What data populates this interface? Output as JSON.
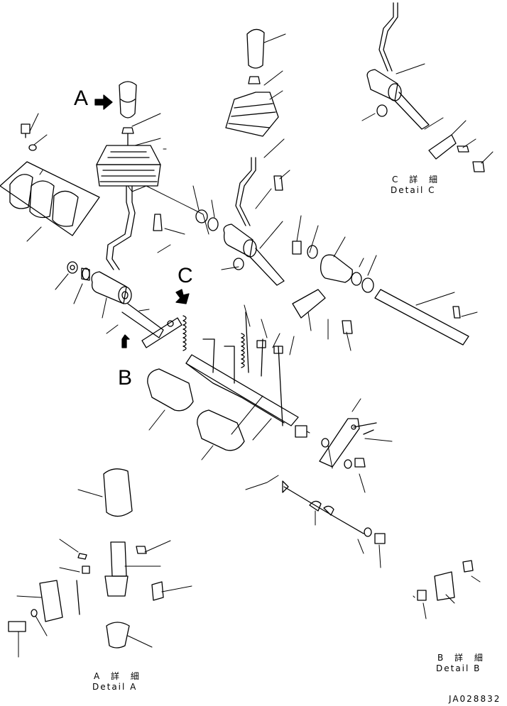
{
  "views": {
    "A": {
      "marker": "A",
      "caption_jp": "A 詳 細",
      "caption_en": "Detail A"
    },
    "B": {
      "marker": "B",
      "caption_jp": "B 詳 細",
      "caption_en": "Detail B"
    },
    "C": {
      "marker": "C",
      "caption_jp": "C 詳 細",
      "caption_en": "Detail C"
    }
  },
  "drawing_number": "JA028832"
}
